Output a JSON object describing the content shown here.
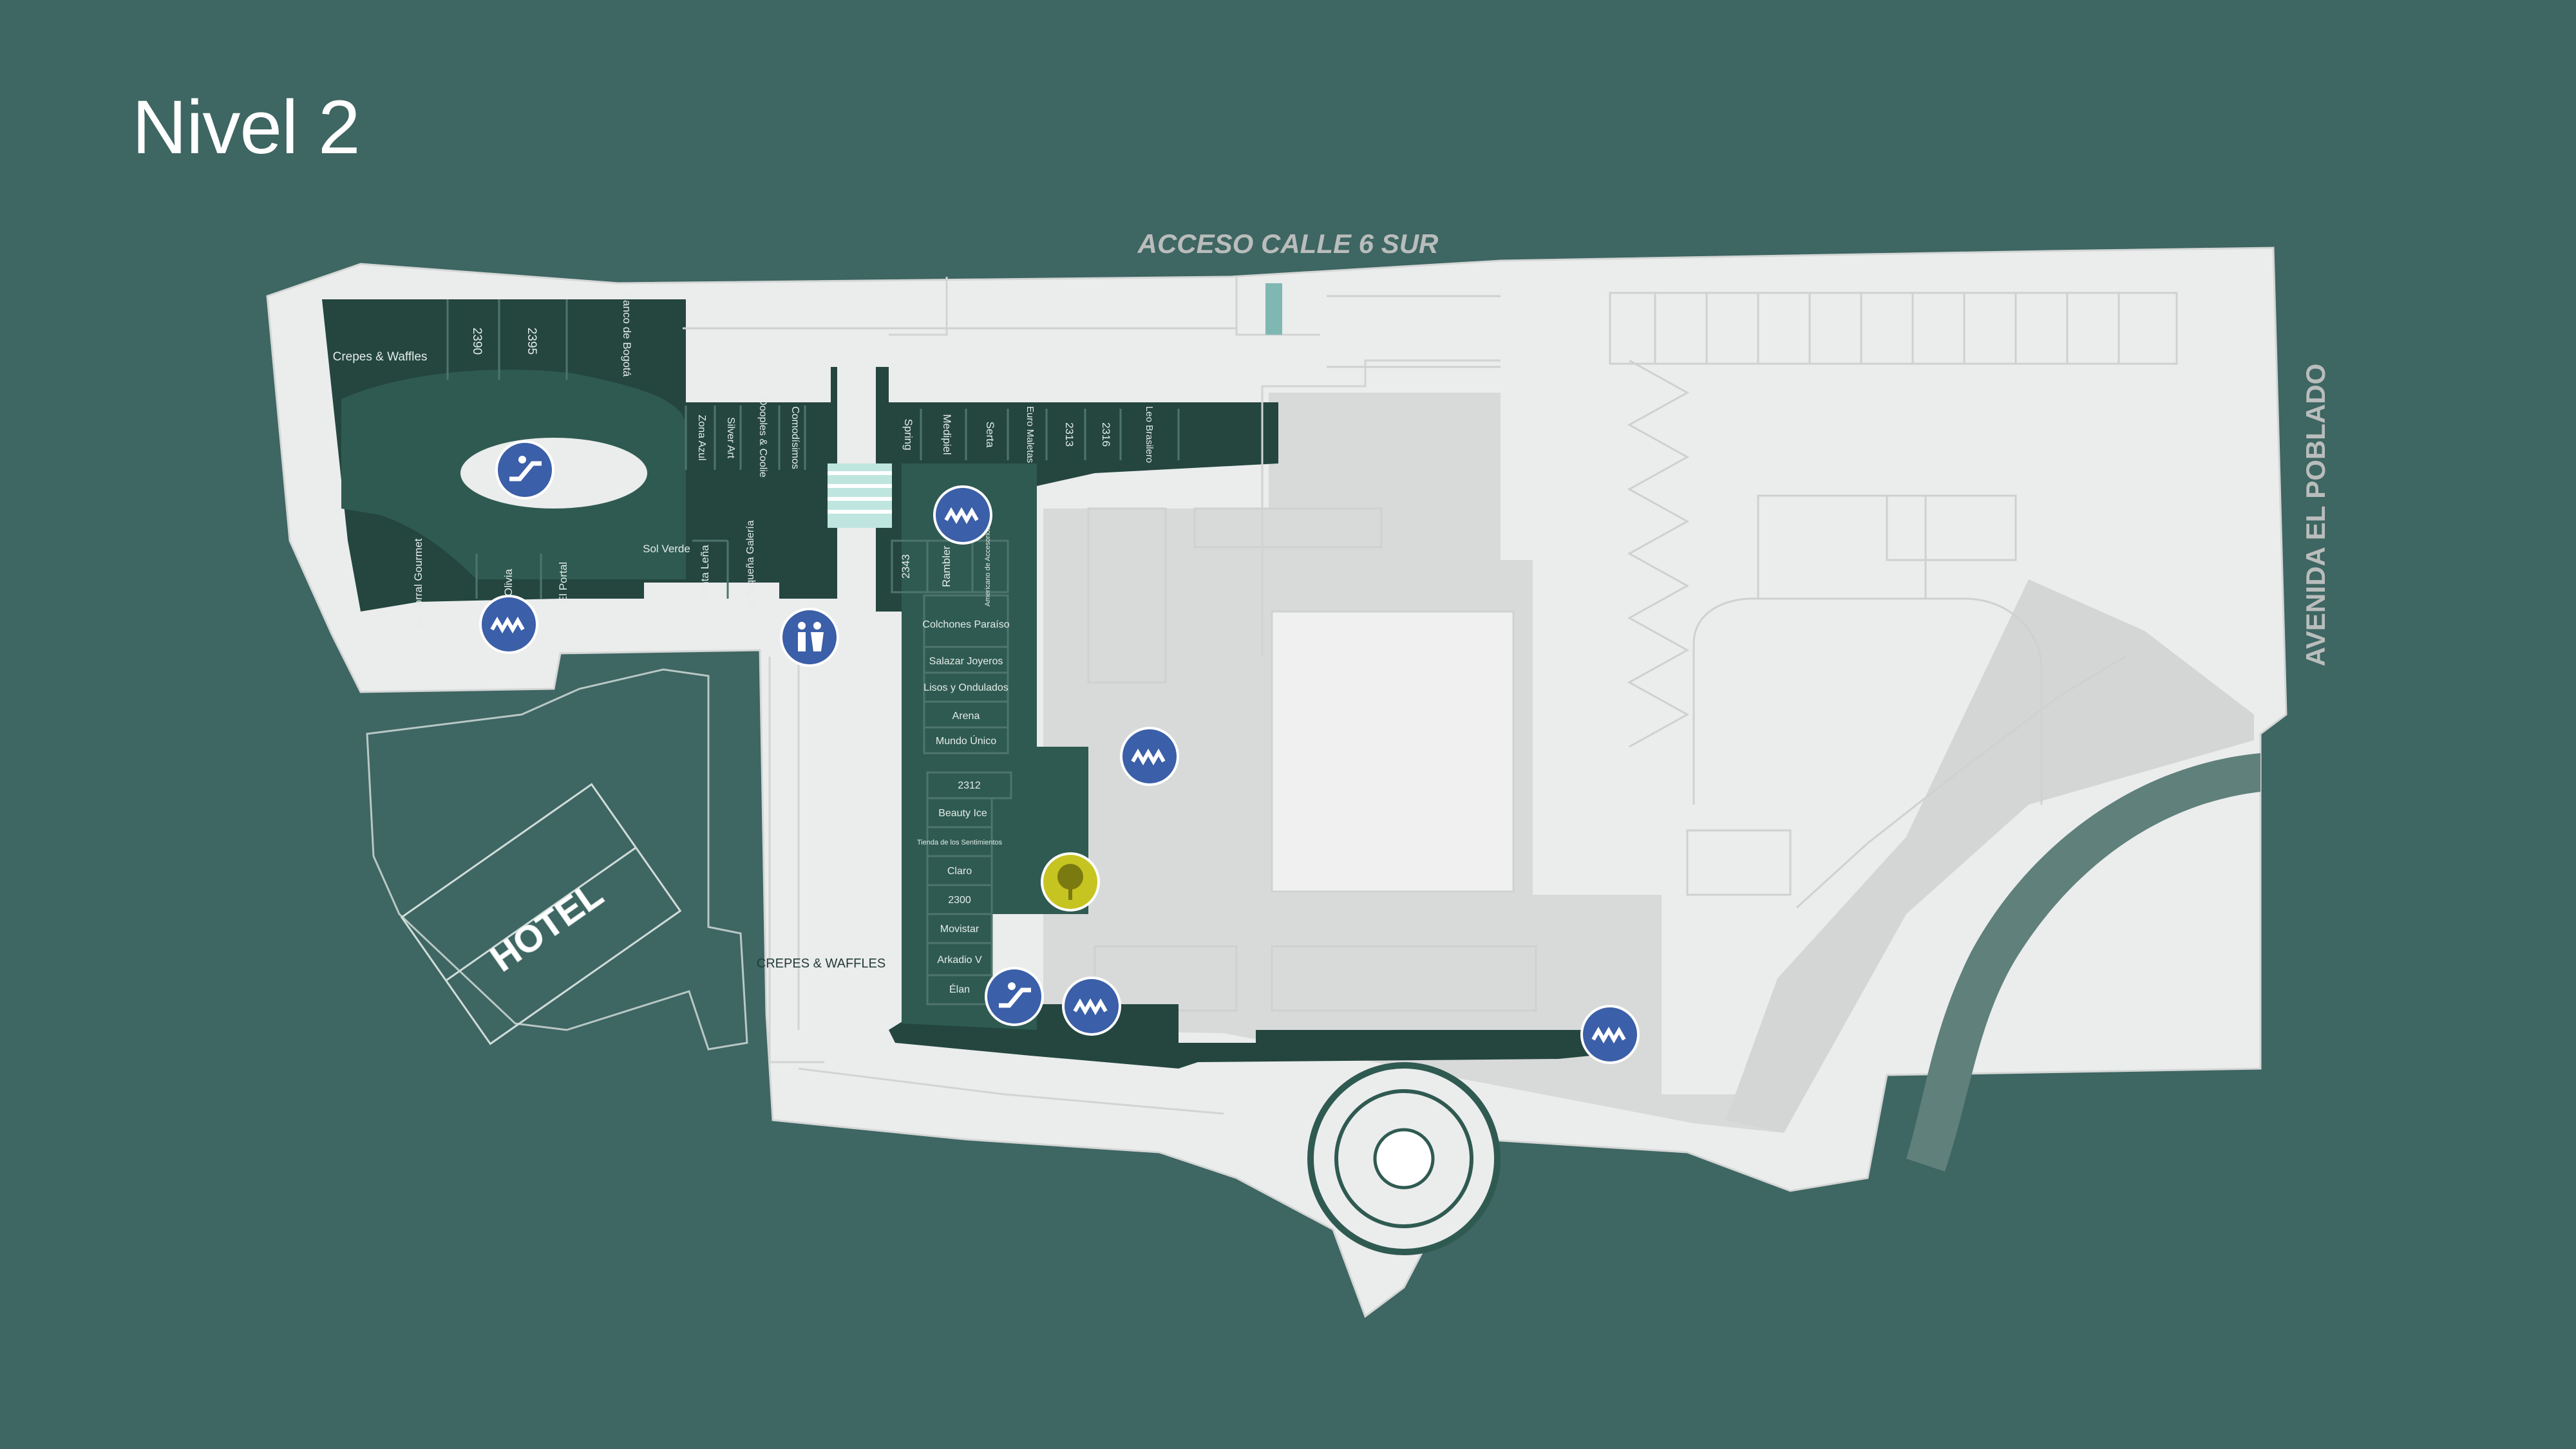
{
  "title": "Nivel 2",
  "streets": {
    "north": "ACCESO CALLE 6 SUR",
    "east": "AVENIDA EL POBLADO"
  },
  "hotel_label": "HOTEL",
  "crepes_label": "CREPES & WAFFLES",
  "stores_west": {
    "crepes": "Crepes & Waffles",
    "s2390": "2390",
    "s2395": "2395",
    "banco": "Banco de Bogotá",
    "zona_azul": "Zona Azul",
    "silver_art": "Silver Art",
    "dooples": "Dooples & Coolie",
    "comodisimos": "Comodísimos",
    "el_corral": "El Corral Gourmet",
    "olivia": "Olivia",
    "el_portal": "El Portal",
    "sol_verde": "Sol Verde",
    "santa_lena": "Santa Leña",
    "la_pequena": "La Pequeña Galería"
  },
  "stores_north": {
    "spring": "Spring",
    "medipiel": "Medipiel",
    "serta": "Serta",
    "euro": "Euro Maletas",
    "s2313": "2313",
    "s2316": "2316",
    "leo": "Leo Brasilero"
  },
  "stores_corridor": {
    "s2343": "2343",
    "rambler": "Rambler",
    "americano": "Americano de Accesorios",
    "colchones": "Colchones Paraíso",
    "salazar": "Salazar Joyeros",
    "lisos": "Lisos y Ondulados",
    "arena": "Arena",
    "mundo": "Mundo Único",
    "s2312": "2312",
    "beauty": "Beauty Ice",
    "tienda": "Tienda de los Sentimientos",
    "claro": "Claro",
    "s2300": "2300",
    "movistar": "Movistar",
    "arkadio": "Arkadio V",
    "elan": "Élan"
  },
  "icons": {
    "escalator": "escalator-icon",
    "ramp": "ramp-icon",
    "restroom": "restroom-icon",
    "tree": "tree-icon"
  },
  "colors": {
    "background": "#3e6662",
    "store_dark": "#24463f",
    "corridor": "#2f5a51",
    "building_light": "#ebecec",
    "icon_blue": "#3b5fa8",
    "tree_yellow": "#c6c421"
  }
}
